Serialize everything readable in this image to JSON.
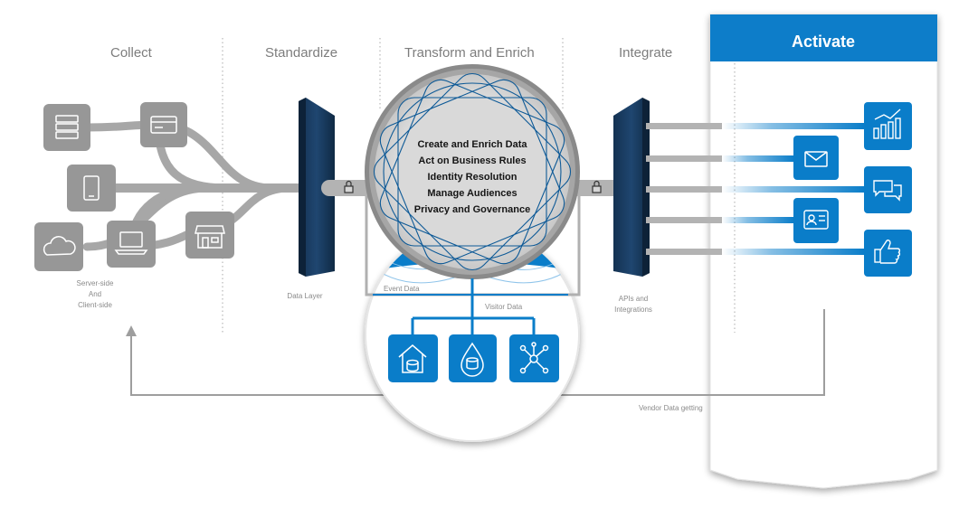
{
  "stages": {
    "collect": "Collect",
    "standardize": "Standardize",
    "transform": "Transform and Enrich",
    "integrate": "Integrate",
    "activate": "Activate"
  },
  "labels": {
    "server_side": "Server-side",
    "and": "And",
    "client_side": "Client-side",
    "data_layer": "Data Layer",
    "event_data": "Event Data",
    "visitor_data": "Visitor Data",
    "apis": "APIs and",
    "integrations": "Integrations",
    "vendor_data": "Vendor Data getting"
  },
  "core": [
    "Create and Enrich Data",
    "Act on Business Rules",
    "Identity Resolution",
    "Manage Audiences",
    "Privacy and Governance"
  ],
  "colors": {
    "accent": "#0a7dc9",
    "gray_pipe": "#a7a7a7",
    "icon_gray": "#979797",
    "panel_navy": "#1d3c5e"
  },
  "icons": {
    "sources": [
      "server-icon",
      "credit-card-icon",
      "mobile-icon",
      "cloud-icon",
      "laptop-icon",
      "store-icon"
    ],
    "storage": [
      "home-database-icon",
      "data-drop-icon",
      "network-icon"
    ],
    "channels": [
      "analytics-chart-icon",
      "email-icon",
      "chat-icon",
      "contact-card-icon",
      "thumbs-up-icon"
    ]
  }
}
